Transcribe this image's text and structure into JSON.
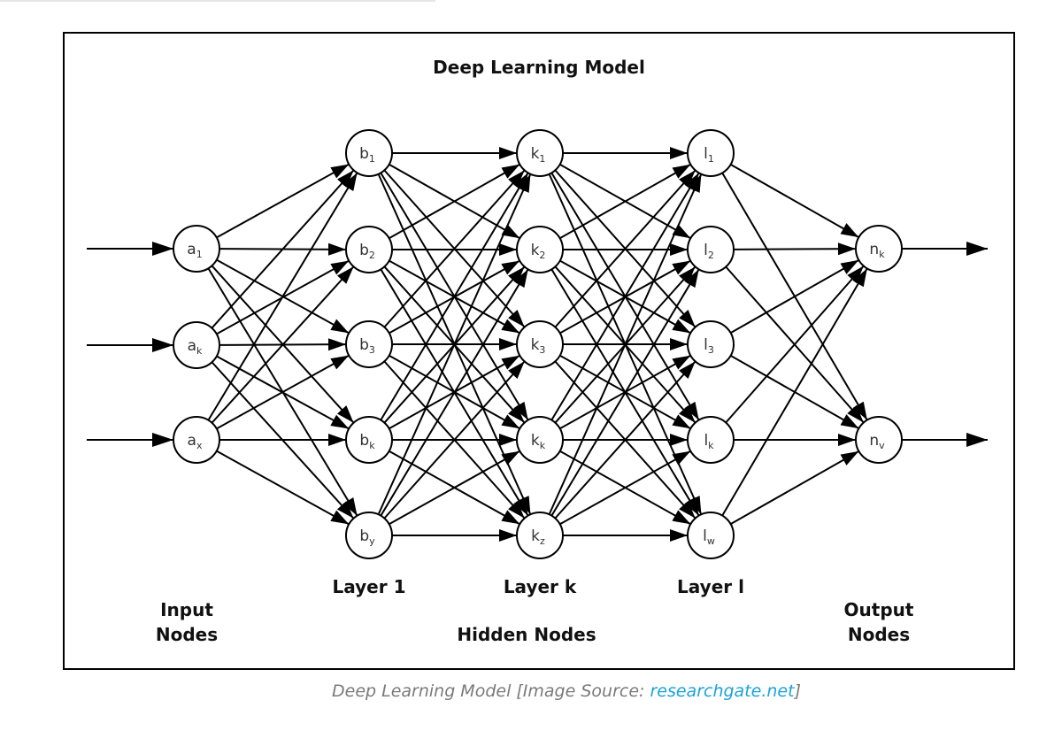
{
  "title": "Deep Learning Model",
  "layers": [
    {
      "id": "input",
      "nodes": [
        {
          "base": "a",
          "sub": "1"
        },
        {
          "base": "a",
          "sub": "k"
        },
        {
          "base": "a",
          "sub": "x"
        }
      ]
    },
    {
      "id": "layer1",
      "nodes": [
        {
          "base": "b",
          "sub": "1"
        },
        {
          "base": "b",
          "sub": "2"
        },
        {
          "base": "b",
          "sub": "3"
        },
        {
          "base": "b",
          "sub": "k"
        },
        {
          "base": "b",
          "sub": "y"
        }
      ]
    },
    {
      "id": "layerk",
      "nodes": [
        {
          "base": "k",
          "sub": "1"
        },
        {
          "base": "k",
          "sub": "2"
        },
        {
          "base": "k",
          "sub": "3"
        },
        {
          "base": "k",
          "sub": "k"
        },
        {
          "base": "k",
          "sub": "z"
        }
      ]
    },
    {
      "id": "layerl",
      "nodes": [
        {
          "base": "l",
          "sub": "1"
        },
        {
          "base": "l",
          "sub": "2"
        },
        {
          "base": "l",
          "sub": "3"
        },
        {
          "base": "l",
          "sub": "k"
        },
        {
          "base": "l",
          "sub": "w"
        }
      ]
    },
    {
      "id": "output",
      "nodes": [
        {
          "base": "n",
          "sub": "k"
        },
        {
          "base": "n",
          "sub": "v"
        }
      ]
    }
  ],
  "labels": {
    "layer1": "Layer 1",
    "layerk": "Layer k",
    "layerl": "Layer l",
    "input_line1": "Input",
    "input_line2": "Nodes",
    "hidden": "Hidden Nodes",
    "output_line1": "Output",
    "output_line2": "Nodes"
  },
  "caption": {
    "prefix": "Deep Learning Model [Image Source: ",
    "link_text": "researchgate.net",
    "suffix": "]"
  },
  "colors": {
    "caption_text": "#7a7a7a",
    "caption_link": "#1aa3d9",
    "stroke": "#000000"
  }
}
